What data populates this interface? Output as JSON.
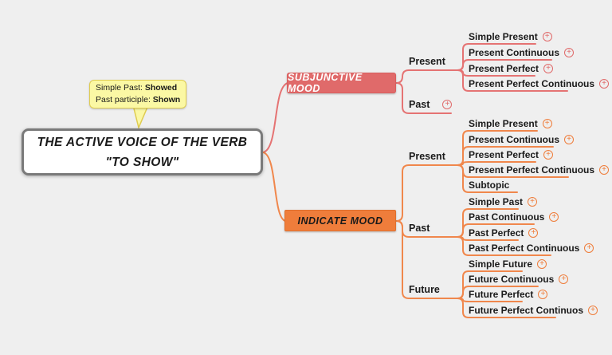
{
  "colors": {
    "background": "#EFEFEF",
    "text": "#1A1A1A",
    "central_fill": "#FFFFFF",
    "central_border": "#7A7A7A",
    "callout_fill": "#FBF8A4",
    "callout_border": "#DFCC50",
    "subjunctive_fill": "#E06A6A",
    "subjunctive_border": "#D95E5E",
    "subjunctive_line": "#E57373",
    "subjunctive_text": "#FFFFFF",
    "indicate_fill": "#EF7D3B",
    "indicate_border": "#E0702F",
    "indicate_line": "#F0874C",
    "indicate_text": "#1A1A1A"
  },
  "icons": {
    "plus": "+"
  },
  "central": {
    "line1": "THE ACTIVE VOICE OF THE VERB",
    "line2": "\"TO SHOW\""
  },
  "callout": {
    "line1_label": "Simple Past: ",
    "line1_value": "Showed",
    "line2_label": "Past participle: ",
    "line2_value": "Shown"
  },
  "branches": [
    {
      "label": "SUBJUNCTIVE MOOD",
      "groups": [
        {
          "label": "Present",
          "has_plus": false,
          "leaves": [
            {
              "label": "Simple Present",
              "has_plus": true
            },
            {
              "label": "Present Continuous",
              "has_plus": true
            },
            {
              "label": "Present Perfect",
              "has_plus": true
            },
            {
              "label": "Present Perfect Continuous",
              "has_plus": true
            }
          ]
        },
        {
          "label": "Past",
          "has_plus": true,
          "leaves": []
        }
      ]
    },
    {
      "label": "INDICATE MOOD",
      "groups": [
        {
          "label": "Present",
          "has_plus": false,
          "leaves": [
            {
              "label": "Simple Present",
              "has_plus": true
            },
            {
              "label": "Present Continuous",
              "has_plus": true
            },
            {
              "label": "Present Perfect",
              "has_plus": true
            },
            {
              "label": "Present Perfect Continuous",
              "has_plus": true
            },
            {
              "label": "Subtopic",
              "has_plus": false
            }
          ]
        },
        {
          "label": "Past",
          "has_plus": false,
          "leaves": [
            {
              "label": "Simple Past",
              "has_plus": true
            },
            {
              "label": "Past Continuous",
              "has_plus": true
            },
            {
              "label": "Past Perfect",
              "has_plus": true
            },
            {
              "label": "Past Perfect Continuous",
              "has_plus": true
            }
          ]
        },
        {
          "label": "Future",
          "has_plus": false,
          "leaves": [
            {
              "label": "Simple Future",
              "has_plus": true
            },
            {
              "label": "Future Continuous",
              "has_plus": true
            },
            {
              "label": "Future Perfect",
              "has_plus": true
            },
            {
              "label": "Future Perfect Continuos",
              "has_plus": true
            }
          ]
        }
      ]
    }
  ]
}
